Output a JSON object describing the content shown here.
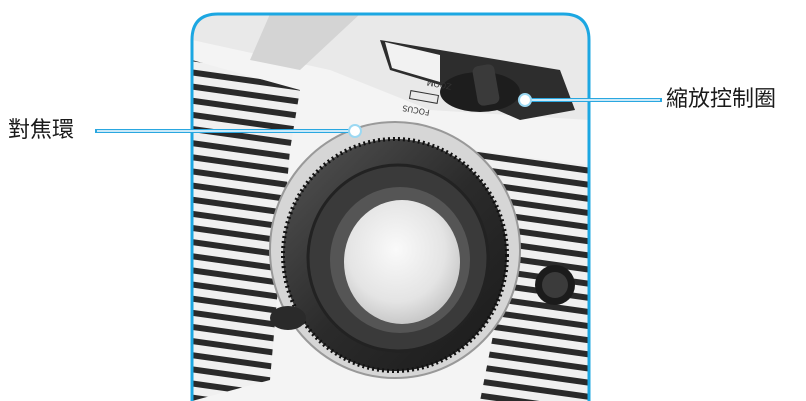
{
  "callouts": {
    "focus_ring": "對焦環",
    "zoom_lever": "縮放控制圈"
  },
  "device_markings": {
    "zoom": "ZOOM",
    "focus": "FOCUS"
  },
  "colors": {
    "frame": "#1ca7e2",
    "leader_line": "#2aa7e0",
    "body": "#e6e6e6",
    "lens_dark": "#2b2b2b"
  }
}
